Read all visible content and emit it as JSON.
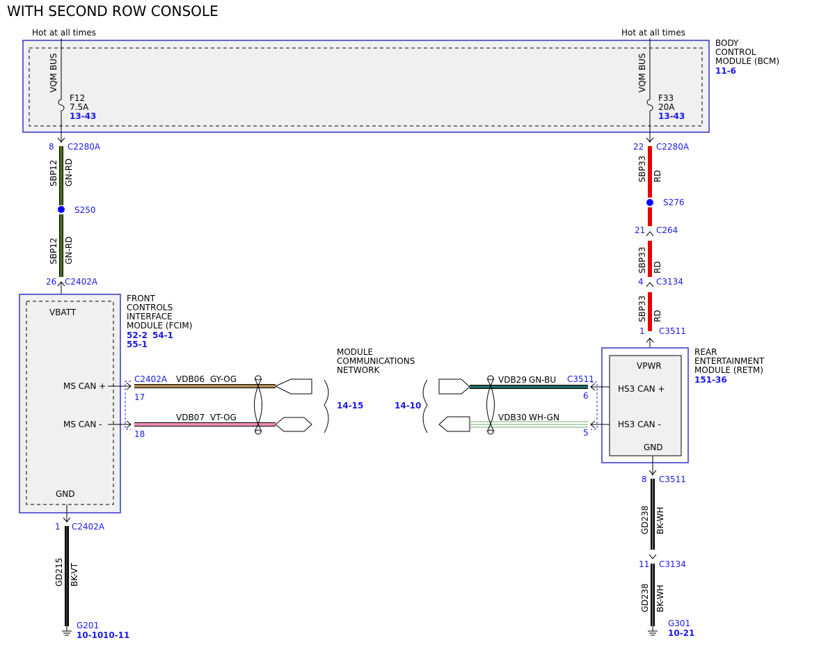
{
  "title": "WITH SECOND ROW CONSOLE",
  "hot_left": "Hot at all times",
  "hot_right": "Hot at all times",
  "bcm": {
    "name_lines": [
      "BODY",
      "CONTROL",
      "MODULE (BCM)"
    ],
    "ref": "11-6",
    "bus_left": "VQM BUS",
    "bus_right": "VQM BUS",
    "fuse_left": {
      "name": "F12",
      "rating": "7.5A",
      "ref": "13-43"
    },
    "fuse_right": {
      "name": "F33",
      "rating": "20A",
      "ref": "13-43"
    }
  },
  "left_feed": {
    "pin_top": "8",
    "conn_top": "C2280A",
    "circuit": "SBP12",
    "color": "GN-RD",
    "splice": "S250",
    "pin_bottom": "26",
    "conn_bottom": "C2402A"
  },
  "right_feed": {
    "pin_top": "22",
    "conn_top": "C2280A",
    "circuit": "SBP33",
    "color": "RD",
    "splice": "S276",
    "pin_c264": "21",
    "conn_c264": "C264",
    "pin_c3134": "4",
    "conn_c3134": "C3134",
    "pin_c3511": "1",
    "conn_c3511": "C3511"
  },
  "fcim": {
    "name_lines": [
      "FRONT",
      "CONTROLS",
      "INTERFACE",
      "MODULE (FCIM)"
    ],
    "refs": [
      "52-2",
      "54-1",
      "55-1"
    ],
    "pin_vbatt": "VBATT",
    "pin_ms_can_plus": "MS CAN +",
    "pin_ms_can_minus": "MS CAN -",
    "pin_gnd": "GND",
    "can_conn": "C2402A",
    "can_pin_plus": "17",
    "can_pin_minus": "18",
    "gnd_pin": "1",
    "gnd_conn": "C2402A",
    "gnd_circuit": "GD215",
    "gnd_color": "BK-VT",
    "ground": "G201",
    "ground_refs": [
      "10-10",
      "10-11"
    ]
  },
  "network": {
    "label_lines": [
      "MODULE",
      "COMMUNICATIONS",
      "NETWORK"
    ],
    "ref_left": "14-15",
    "ref_right": "14-10"
  },
  "left_can": {
    "plus_circuit": "VDB06",
    "plus_color": "GY-OG",
    "minus_circuit": "VDB07",
    "minus_color": "VT-OG"
  },
  "right_can": {
    "plus_circuit": "VDB29",
    "plus_color": "GN-BU",
    "minus_circuit": "VDB30",
    "minus_color": "WH-GN",
    "conn": "C3511",
    "pin_plus": "6",
    "pin_minus": "5"
  },
  "retm": {
    "name_lines": [
      "REAR",
      "ENTERTAINMENT",
      "MODULE (RETM)"
    ],
    "ref": "151-36",
    "pin_vpwr": "VPWR",
    "pin_hs3_plus": "HS3 CAN +",
    "pin_hs3_minus": "HS3 CAN -",
    "pin_gnd": "GND",
    "gnd_pin1": "8",
    "gnd_conn1": "C3511",
    "gnd_circuit": "GD238",
    "gnd_color": "BK-WH",
    "gnd_pin2": "11",
    "gnd_conn2": "C3134",
    "ground": "G301",
    "ground_ref": "10-21"
  },
  "colors": {
    "module_border": "#3333cc",
    "label_blue": "#1a1ae6",
    "wire_gn_rd": "#4a6e1a",
    "wire_rd": "#e60000",
    "wire_gy_og": "#b08a50",
    "wire_vt_og": "#f08cb4",
    "wire_gn_bu": "#1f6e3a",
    "wire_wh_gn": "#6fae6f",
    "wire_bk": "#000000",
    "module_fill": "#f0f0f0"
  }
}
